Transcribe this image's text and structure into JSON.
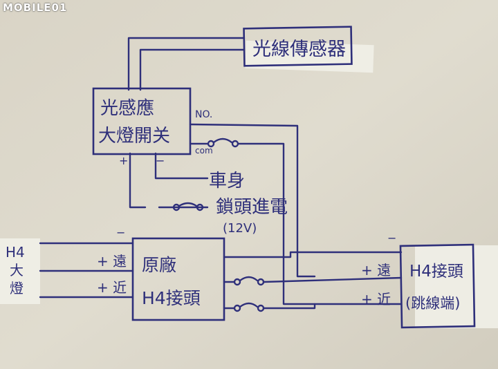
{
  "watermark": "MOBILE01",
  "boxes": {
    "light_sensor": "光線傳感器",
    "sensor_switch_line1": "光感應",
    "sensor_switch_line2": "大燈開关",
    "oem_h4_line1": "原廠",
    "oem_h4_line2": "H4接頭",
    "h4_out_line1": "H4接頭",
    "h4_out_line2": "(跳線端)"
  },
  "labels": {
    "no": "NO.",
    "com": "com",
    "plus": "+",
    "minus": "−",
    "ground": "車身",
    "lock_line1": "鎖頭進電",
    "lock_line2": "(12V)",
    "h4_left_1": "H4",
    "h4_left_2": "大",
    "h4_left_3": "燈",
    "far_in": "+ 遠",
    "near_in": "+ 近",
    "far_out": "+ 遠",
    "near_out": "+ 近"
  },
  "colors": {
    "ink": "#2e2f7a",
    "paper": "#dcd7c9"
  }
}
